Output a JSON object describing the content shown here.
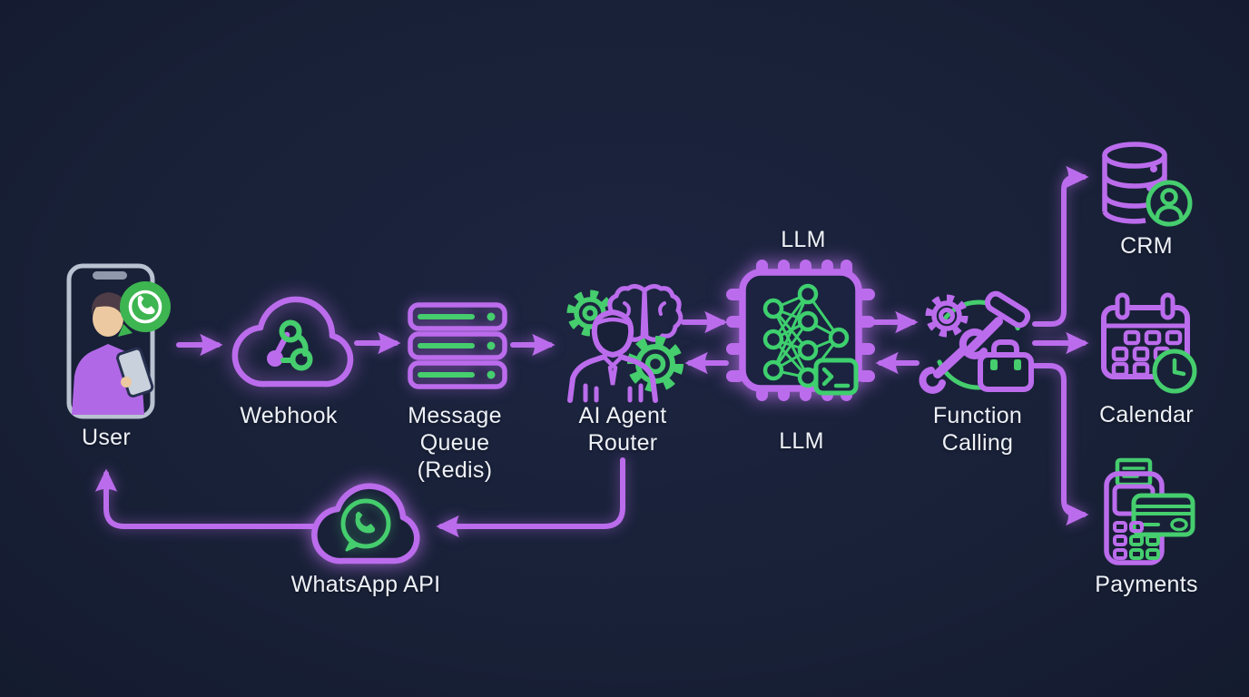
{
  "diagram": {
    "description": "WhatsApp AI agent architecture flow diagram",
    "colors": {
      "background": "#192138",
      "purple": "#bb6cec",
      "green": "#45cd6e",
      "whatsapp_green": "#3db551",
      "phone_outline": "#b9c2d0",
      "text": "#eef1f7"
    },
    "labels": {
      "user": "User",
      "webhook": "Webhook",
      "message_queue": "Message\nQueue\n(Redis)",
      "ai_agent_router": "AI Agent\nRouter",
      "llm_top": "LLM",
      "llm_bottom": "LLM",
      "function_calling": "Function\nCalling",
      "crm": "CRM",
      "calendar": "Calendar",
      "payments": "Payments",
      "whatsapp_api": "WhatsApp API"
    },
    "icons": {
      "user": "smartphone-person-whatsapp-icon",
      "webhook": "cloud-webhook-icon",
      "message_queue": "server-stack-icon",
      "ai_agent_router": "agent-gears-brain-icon",
      "llm": "chip-neural-network-terminal-icon",
      "function_calling": "tools-gear-hammer-wrench-toolbox-icon",
      "crm": "database-user-icon",
      "calendar": "calendar-clock-icon",
      "payments": "pos-terminal-credit-card-icon",
      "whatsapp_api": "cloud-whatsapp-icon"
    },
    "edges": [
      {
        "from": "User",
        "to": "Webhook",
        "direction": "right"
      },
      {
        "from": "Webhook",
        "to": "Message Queue (Redis)",
        "direction": "right"
      },
      {
        "from": "Message Queue (Redis)",
        "to": "AI Agent Router",
        "direction": "right"
      },
      {
        "from": "AI Agent Router",
        "to": "LLM",
        "direction": "right"
      },
      {
        "from": "LLM",
        "to": "AI Agent Router",
        "direction": "left"
      },
      {
        "from": "LLM",
        "to": "Function Calling",
        "direction": "right"
      },
      {
        "from": "Function Calling",
        "to": "LLM",
        "direction": "left"
      },
      {
        "from": "Function Calling",
        "to": "CRM",
        "direction": "up-right"
      },
      {
        "from": "Function Calling",
        "to": "Calendar",
        "direction": "right"
      },
      {
        "from": "Function Calling",
        "to": "Payments",
        "direction": "down-right"
      },
      {
        "from": "AI Agent Router",
        "to": "WhatsApp API",
        "direction": "down-left"
      },
      {
        "from": "WhatsApp API",
        "to": "User",
        "direction": "left-up"
      }
    ]
  }
}
